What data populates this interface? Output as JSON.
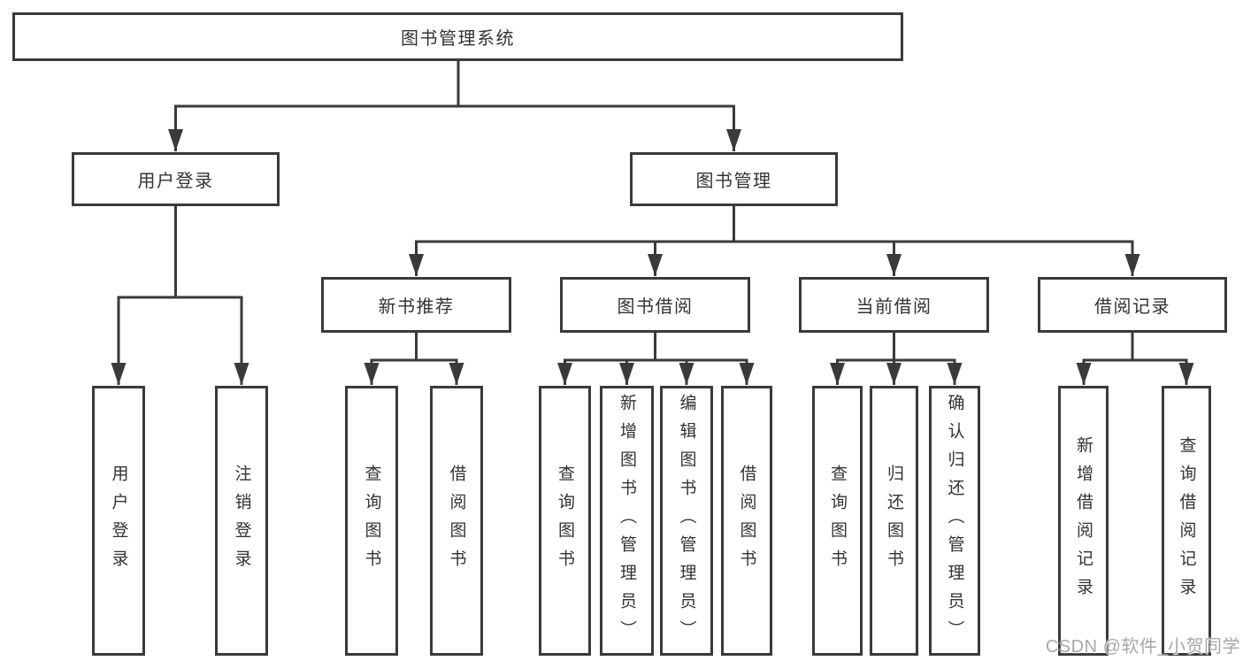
{
  "colors": {
    "line": "#3a3a3a",
    "text": "#333333",
    "background": "#ffffff",
    "watermark": "#a8a8a8"
  },
  "watermark": {
    "text": "CSDN @软件_小贺同学"
  },
  "tree": {
    "root": {
      "label": "图书管理系统",
      "children": [
        {
          "label": "用户登录",
          "children": [
            {
              "label": "用户登录"
            },
            {
              "label": "注销登录"
            }
          ]
        },
        {
          "label": "图书管理",
          "children": [
            {
              "label": "新书推荐",
              "children": [
                {
                  "label": "查询图书"
                },
                {
                  "label": "借阅图书"
                }
              ]
            },
            {
              "label": "图书借阅",
              "children": [
                {
                  "label": "查询图书"
                },
                {
                  "label": "新增图书（管理员）"
                },
                {
                  "label": "编辑图书（管理员）"
                },
                {
                  "label": "借阅图书"
                }
              ]
            },
            {
              "label": "当前借阅",
              "children": [
                {
                  "label": "查询图书"
                },
                {
                  "label": "归还图书"
                },
                {
                  "label": "确认归还（管理员）"
                }
              ]
            },
            {
              "label": "借阅记录",
              "children": [
                {
                  "label": "新增借阅记录"
                },
                {
                  "label": "查询借阅记录"
                }
              ]
            }
          ]
        }
      ]
    }
  }
}
